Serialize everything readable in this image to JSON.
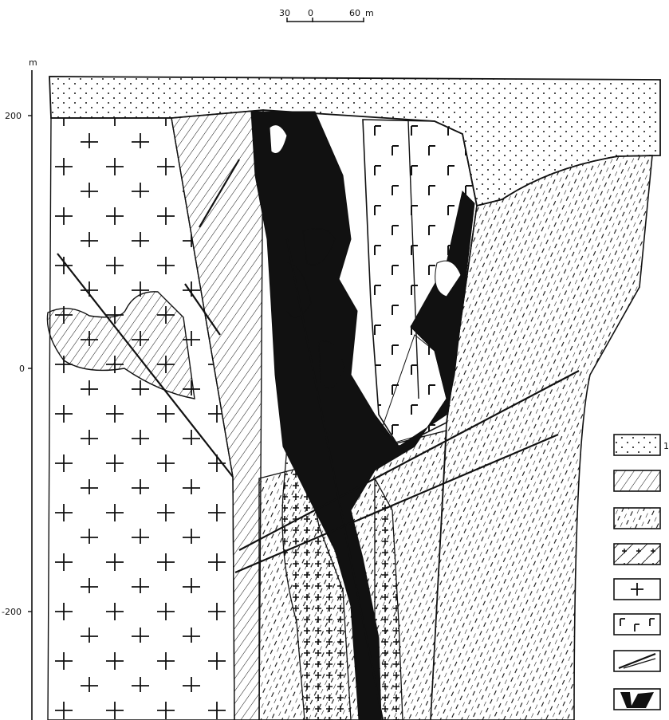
{
  "scale_bar": {
    "left_label": "30",
    "zero_label": "0",
    "right_label": "60",
    "unit": "m"
  },
  "depth_axis": {
    "unit": "m",
    "ticks": [
      "200",
      "0",
      "-200"
    ]
  },
  "legend": {
    "items": [
      {
        "pattern": "dotted-sand",
        "label": "1"
      },
      {
        "pattern": "hatch-dense"
      },
      {
        "pattern": "hatch-dashed"
      },
      {
        "pattern": "hatch-with-crosses"
      },
      {
        "pattern": "granite-cross"
      },
      {
        "pattern": "gabbro-corner"
      },
      {
        "pattern": "fault-line"
      },
      {
        "pattern": "black-ore-body"
      }
    ]
  },
  "colors": {
    "ink": "#111111",
    "paper": "#ffffff"
  }
}
